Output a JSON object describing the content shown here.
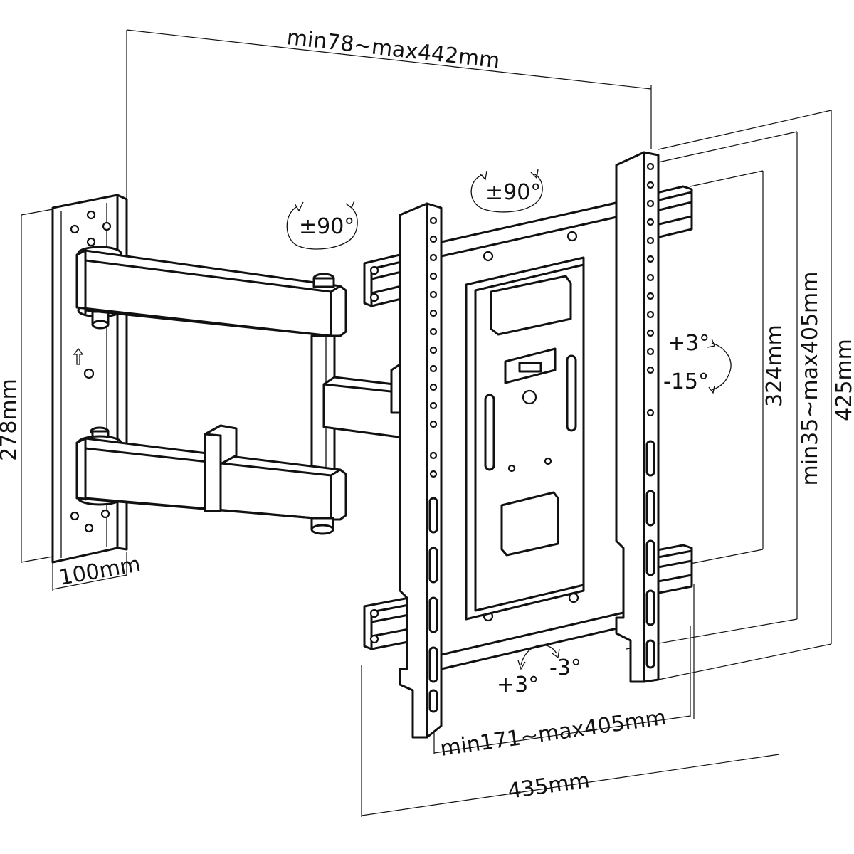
{
  "dimensions": {
    "overall_width": "min78~max442mm",
    "wall_plate_height": "278mm",
    "wall_plate_depth": "100mm",
    "vesa_vertical": "324mm",
    "vertical_range": "min35~max405mm",
    "total_height": "425mm",
    "horizontal_range": "min171~max405mm",
    "total_width": "435mm"
  },
  "rotations": {
    "left_swivel": "±90°",
    "top_swivel": "±90°",
    "tilt_up": "+3°",
    "tilt_down": "-15°",
    "level_plus": "+3°",
    "level_minus": "-3°"
  }
}
